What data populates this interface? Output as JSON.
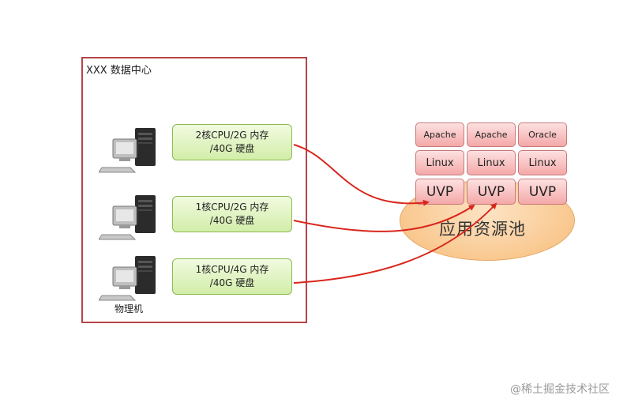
{
  "frame_title": "XXX 数据中心",
  "physical_label": "物理机",
  "servers": [
    {
      "spec_line1": "2核CPU/2G 内存",
      "spec_line2": "/40G 硬盘"
    },
    {
      "spec_line1": "1核CPU/2G 内存",
      "spec_line2": "/40G 硬盘"
    },
    {
      "spec_line1": "1核CPU/4G 内存",
      "spec_line2": "/40G 硬盘"
    }
  ],
  "pool_label": "应用资源池",
  "stacks": [
    {
      "app": "Apache",
      "os": "Linux",
      "uvp": "UVP"
    },
    {
      "app": "Apache",
      "os": "Linux",
      "uvp": "UVP"
    },
    {
      "app": "Oracle",
      "os": "Linux",
      "uvp": "UVP"
    }
  ],
  "watermark": "@稀土掘金技术社区",
  "colors": {
    "frame_border": "#b5454a",
    "arrow": "#d9261c",
    "spec_fill": "#d2eda9",
    "stack_fill": "#f4a8a8",
    "pool_fill": "#f9c88f"
  }
}
